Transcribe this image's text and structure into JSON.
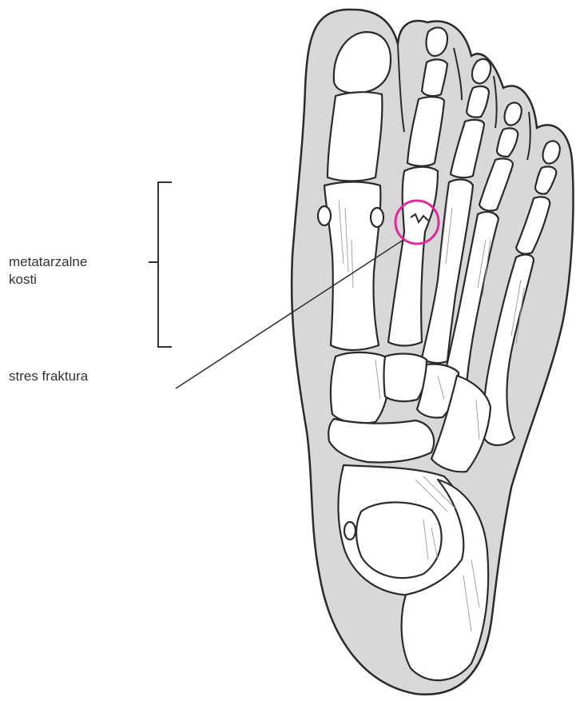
{
  "labels": {
    "metatarsals_line1": "metatarzalne",
    "metatarsals_line2": "kosti",
    "stress_fracture": "stres fraktura"
  },
  "colors": {
    "background": "#ffffff",
    "foot_outline_fill": "#d8d8d8",
    "outline_stroke": "#2a2a2a",
    "bone_fill": "#ffffff",
    "bone_shading": "#9a9a9a",
    "leader_line": "#333333",
    "fracture_highlight": "#e0299a"
  }
}
